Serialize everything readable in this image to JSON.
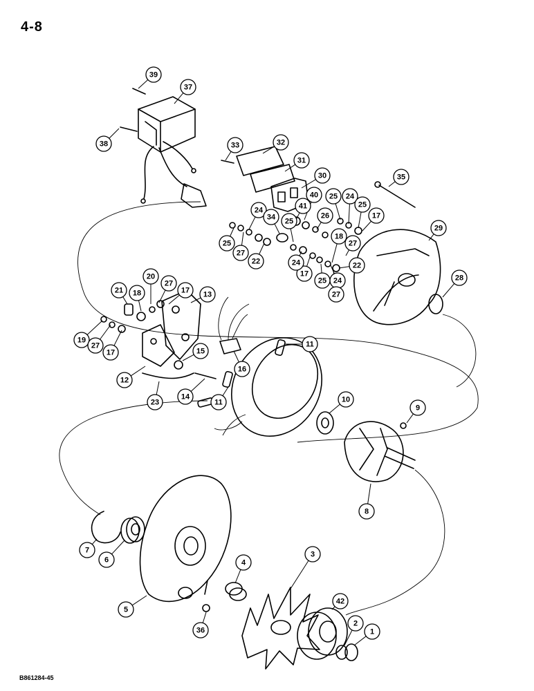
{
  "page": {
    "number": "4-8",
    "figure_code": "B861284-45"
  },
  "callouts": [
    {
      "id": "1",
      "label": "1"
    },
    {
      "id": "2",
      "label": "2"
    },
    {
      "id": "3",
      "label": "3"
    },
    {
      "id": "4",
      "label": "4"
    },
    {
      "id": "5",
      "label": "5"
    },
    {
      "id": "6",
      "label": "6"
    },
    {
      "id": "7",
      "label": "7"
    },
    {
      "id": "8",
      "label": "8"
    },
    {
      "id": "9",
      "label": "9"
    },
    {
      "id": "10",
      "label": "10"
    },
    {
      "id": "11a",
      "label": "11"
    },
    {
      "id": "11b",
      "label": "11"
    },
    {
      "id": "12",
      "label": "12"
    },
    {
      "id": "13",
      "label": "13"
    },
    {
      "id": "14",
      "label": "14"
    },
    {
      "id": "15",
      "label": "15"
    },
    {
      "id": "16",
      "label": "16"
    },
    {
      "id": "17a",
      "label": "17"
    },
    {
      "id": "17b",
      "label": "17"
    },
    {
      "id": "17c",
      "label": "17"
    },
    {
      "id": "17d",
      "label": "17"
    },
    {
      "id": "18a",
      "label": "18"
    },
    {
      "id": "18b",
      "label": "18"
    },
    {
      "id": "19",
      "label": "19"
    },
    {
      "id": "20",
      "label": "20"
    },
    {
      "id": "21",
      "label": "21"
    },
    {
      "id": "22a",
      "label": "22"
    },
    {
      "id": "22b",
      "label": "22"
    },
    {
      "id": "23",
      "label": "23"
    },
    {
      "id": "24a",
      "label": "24"
    },
    {
      "id": "24b",
      "label": "24"
    },
    {
      "id": "24c",
      "label": "24"
    },
    {
      "id": "24d",
      "label": "24"
    },
    {
      "id": "25a",
      "label": "25"
    },
    {
      "id": "25b",
      "label": "25"
    },
    {
      "id": "25c",
      "label": "25"
    },
    {
      "id": "25d",
      "label": "25"
    },
    {
      "id": "25e",
      "label": "25"
    },
    {
      "id": "26",
      "label": "26"
    },
    {
      "id": "27a",
      "label": "27"
    },
    {
      "id": "27b",
      "label": "27"
    },
    {
      "id": "27c",
      "label": "27"
    },
    {
      "id": "27d",
      "label": "27"
    },
    {
      "id": "27e",
      "label": "27"
    },
    {
      "id": "28",
      "label": "28"
    },
    {
      "id": "29",
      "label": "29"
    },
    {
      "id": "30",
      "label": "30"
    },
    {
      "id": "31",
      "label": "31"
    },
    {
      "id": "32",
      "label": "32"
    },
    {
      "id": "33",
      "label": "33"
    },
    {
      "id": "34",
      "label": "34"
    },
    {
      "id": "35",
      "label": "35"
    },
    {
      "id": "36",
      "label": "36"
    },
    {
      "id": "37",
      "label": "37"
    },
    {
      "id": "38",
      "label": "38"
    },
    {
      "id": "39",
      "label": "39"
    },
    {
      "id": "40",
      "label": "40"
    },
    {
      "id": "41",
      "label": "41"
    },
    {
      "id": "42",
      "label": "42"
    }
  ]
}
